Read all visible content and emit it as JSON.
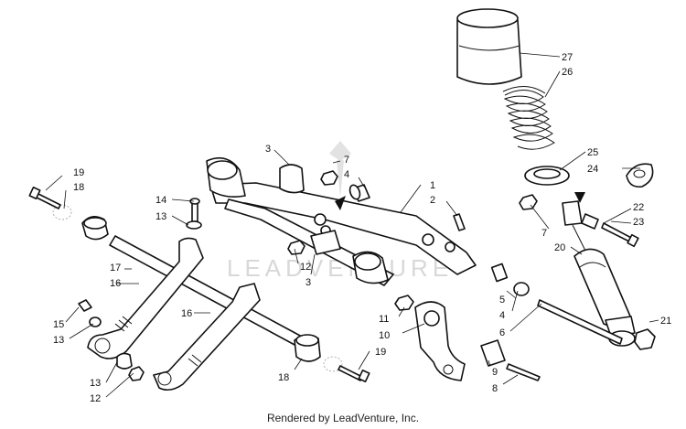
{
  "watermark": "LEADVENTURE",
  "footer_text": "Rendered by LeadVenture, Inc.",
  "callouts": [
    {
      "id": "c27",
      "label": "27"
    },
    {
      "id": "c26",
      "label": "26"
    },
    {
      "id": "c25",
      "label": "25"
    },
    {
      "id": "c24",
      "label": "24"
    },
    {
      "id": "c22",
      "label": "22"
    },
    {
      "id": "c23",
      "label": "23"
    },
    {
      "id": "c7a",
      "label": "7"
    },
    {
      "id": "c20",
      "label": "20"
    },
    {
      "id": "c21",
      "label": "21"
    },
    {
      "id": "c3a",
      "label": "3"
    },
    {
      "id": "c7b",
      "label": "7"
    },
    {
      "id": "c4a",
      "label": "4"
    },
    {
      "id": "c1",
      "label": "1"
    },
    {
      "id": "c2",
      "label": "2"
    },
    {
      "id": "c12a",
      "label": "12"
    },
    {
      "id": "c3b",
      "label": "3"
    },
    {
      "id": "c5",
      "label": "5"
    },
    {
      "id": "c4b",
      "label": "4"
    },
    {
      "id": "c6",
      "label": "6"
    },
    {
      "id": "c11",
      "label": "11"
    },
    {
      "id": "c10",
      "label": "10"
    },
    {
      "id": "c9",
      "label": "9"
    },
    {
      "id": "c8",
      "label": "8"
    },
    {
      "id": "c19a",
      "label": "19"
    },
    {
      "id": "c18a",
      "label": "18"
    },
    {
      "id": "c14",
      "label": "14"
    },
    {
      "id": "c13a",
      "label": "13"
    },
    {
      "id": "c17",
      "label": "17"
    },
    {
      "id": "c16a",
      "label": "16"
    },
    {
      "id": "c15",
      "label": "15"
    },
    {
      "id": "c13b",
      "label": "13"
    },
    {
      "id": "c13c",
      "label": "13"
    },
    {
      "id": "c12b",
      "label": "12"
    },
    {
      "id": "c16b",
      "label": "16"
    },
    {
      "id": "c18b",
      "label": "18"
    },
    {
      "id": "c19b",
      "label": "19"
    }
  ]
}
